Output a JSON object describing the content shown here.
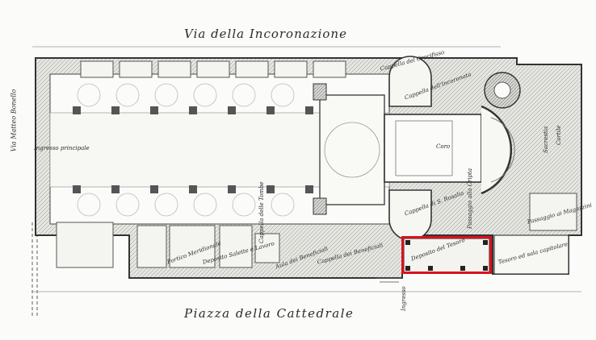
{
  "streets": {
    "top": "Via della Incoronazione",
    "bottom": "Piazza della Cattedrale",
    "left": "Via Matteo Bonello"
  },
  "labels": {
    "ingresso_principale": "Ingresso principale",
    "coro": "Coro",
    "cappella_incoronata": "Cappella dell'Incoronata",
    "cappella_santa_rosalia": "Cappella di S. Rosalia",
    "cappella_crocifisso": "Cappella del Crocifisso",
    "sacrestia": "Sacrestia",
    "aula_beneficiali": "Aula dei Beneficiali",
    "cappella_beneficiali": "Cappella dei Beneficiali",
    "deposito_tesoro": "Deposito del Tesoro",
    "tesoro_sala_capitolare": "Tesoro ed sala capitolare",
    "portico_meridionale": "Portico Meridionale",
    "cortile": "Cortile",
    "passaggio_cripta": "Passaggio alla Cripta",
    "deposito_salette": "Deposito Salette e Lavoro",
    "ingresso": "Ingresso",
    "passaggio_magazzini": "Passaggio ai Magazzini",
    "cappella_tombe": "Cappella delle Tombe"
  },
  "highlight": {
    "label": "Deposito del Tesoro",
    "color": "#d9121b"
  }
}
